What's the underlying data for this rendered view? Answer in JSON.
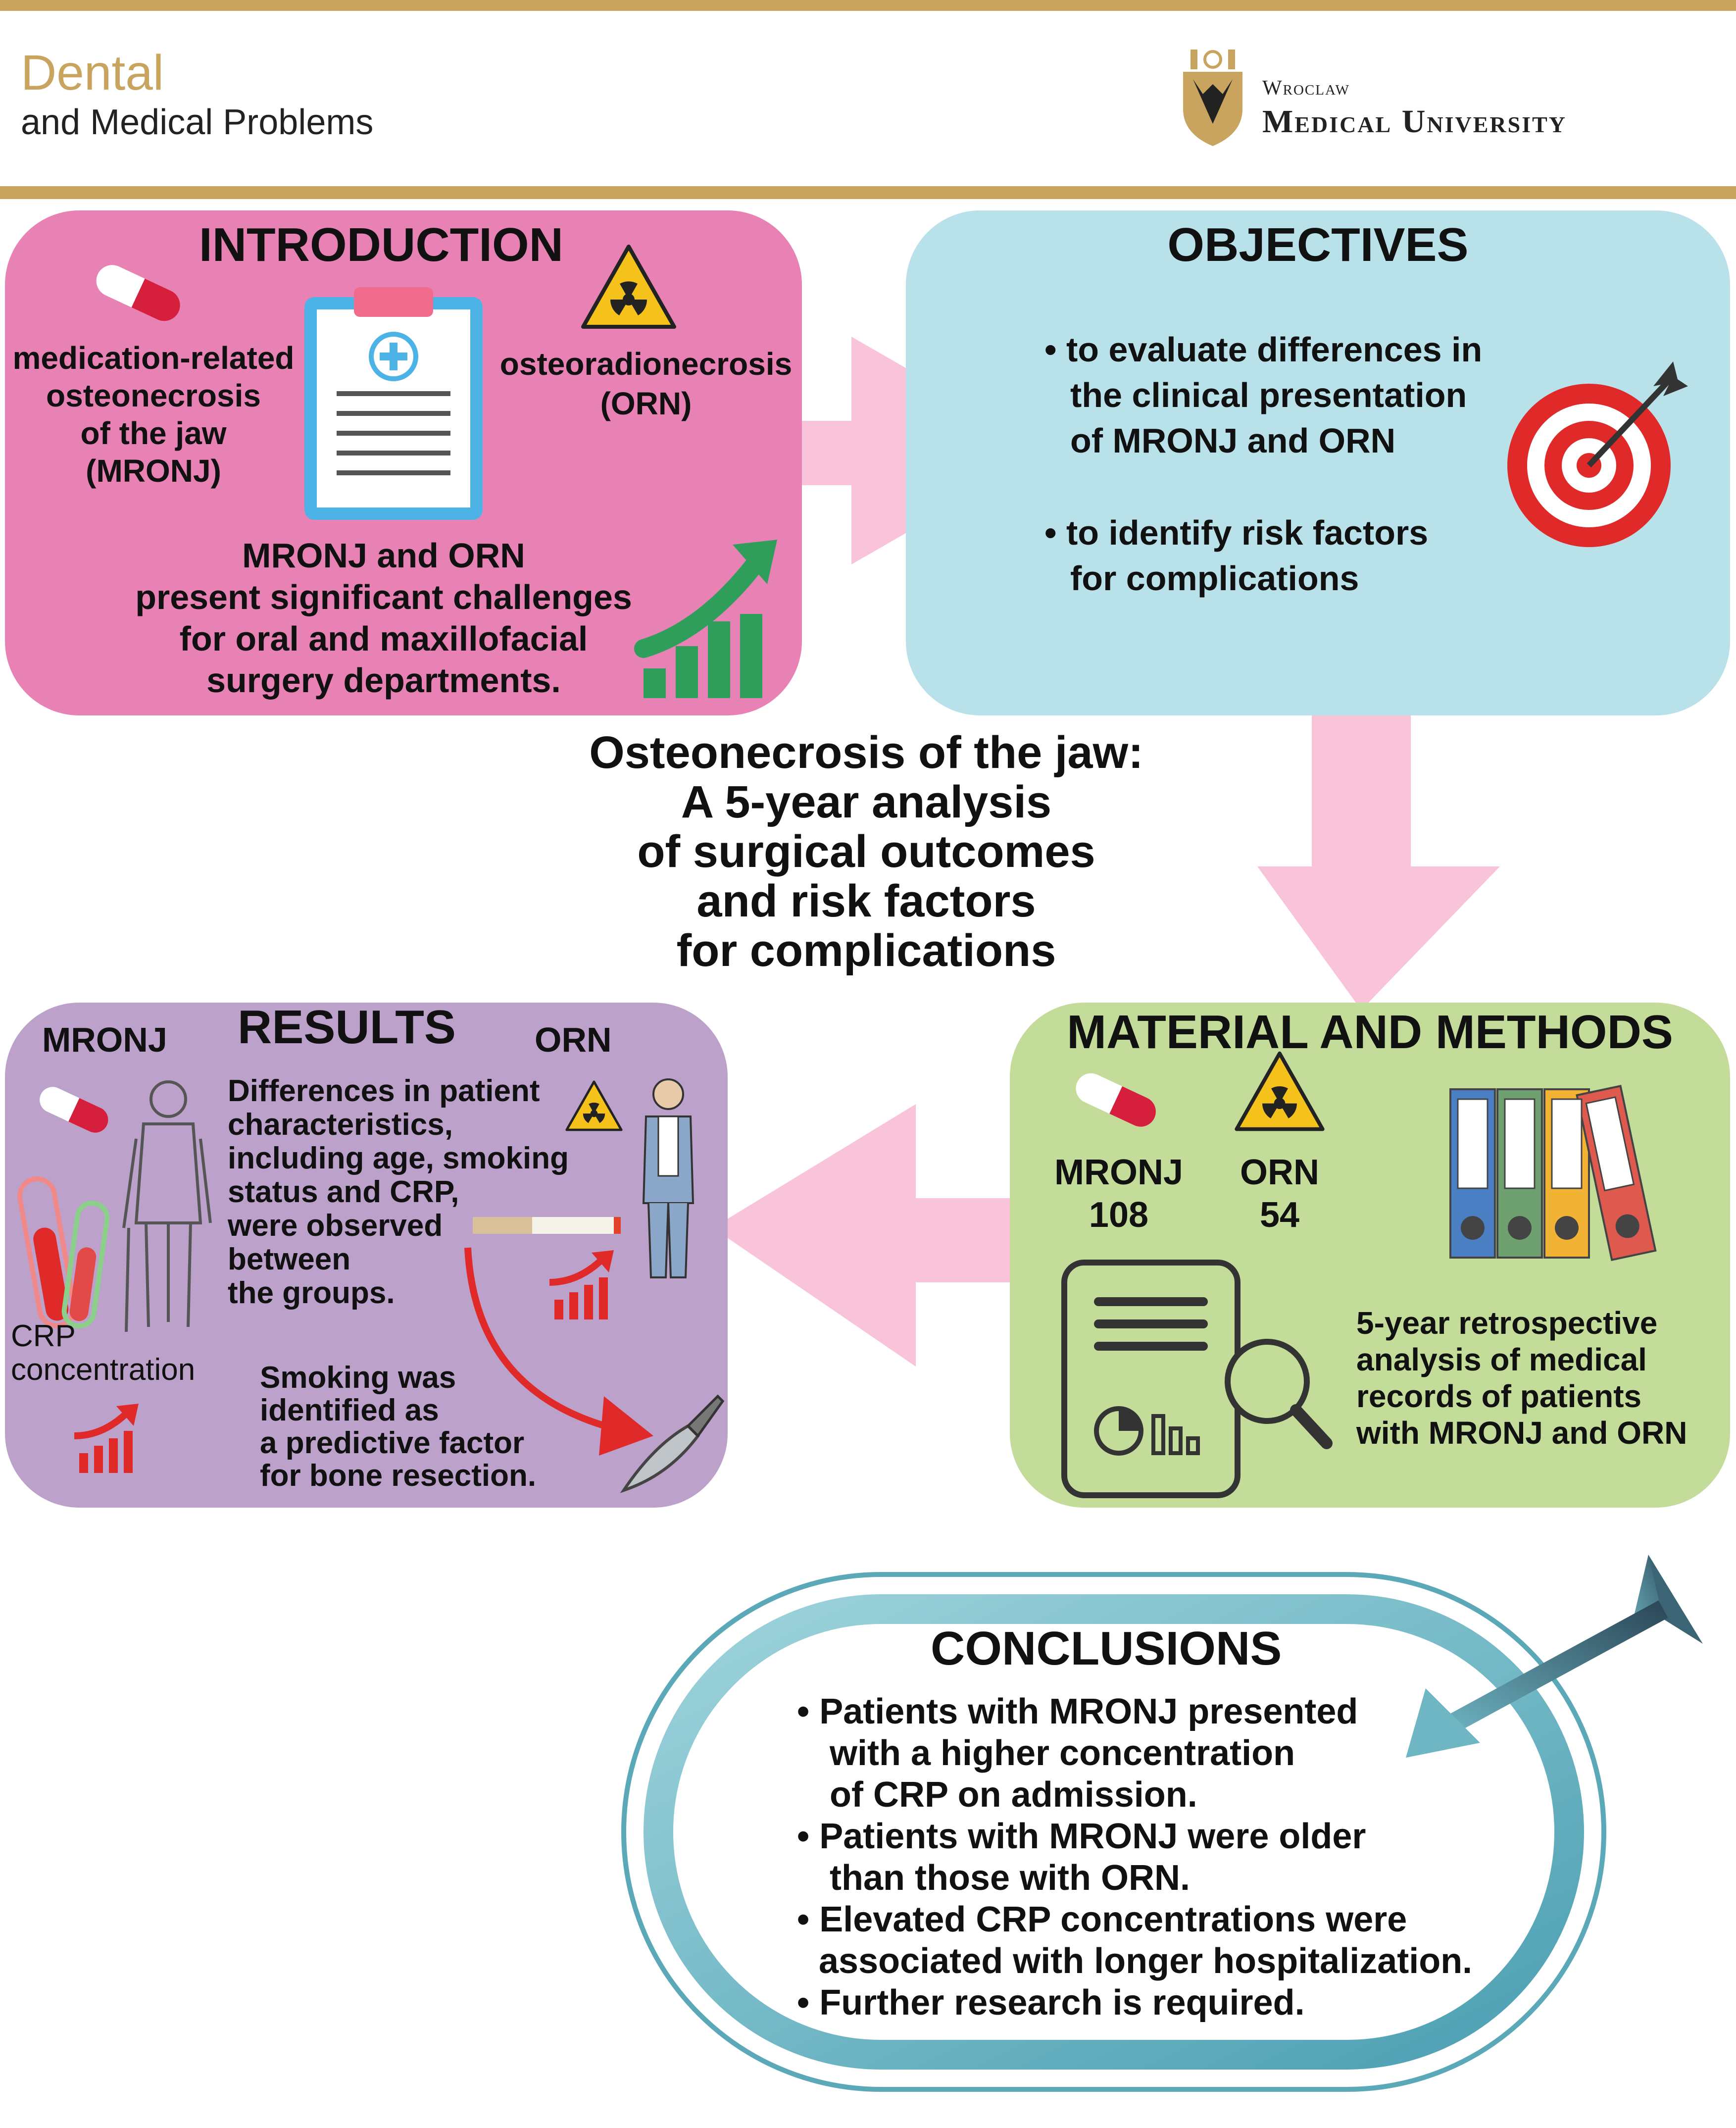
{
  "header": {
    "journal_line1": "Dental",
    "journal_line2": "and Medical Problems",
    "university_line1": "Wroclaw",
    "university_line2": "Medical University"
  },
  "introduction": {
    "heading": "INTRODUCTION",
    "mronj_lines": [
      "medication-related",
      "osteonecrosis",
      "of the jaw",
      "(MRONJ)"
    ],
    "orn_lines": [
      "osteoradionecrosis",
      "(ORN)"
    ],
    "challenge_lines": [
      "MRONJ and ORN",
      "present significant challenges",
      "for oral and maxillofacial",
      "surgery departments."
    ]
  },
  "objectives": {
    "heading": "OBJECTIVES",
    "bullet1_lines": [
      "• to evaluate differences in",
      "the clinical presentation",
      "of MRONJ and ORN"
    ],
    "bullet2_lines": [
      "• to identify risk factors",
      "for complications"
    ]
  },
  "title": {
    "lines": [
      "Osteonecrosis of the jaw:",
      "A 5-year analysis",
      "of surgical outcomes",
      "and risk factors",
      "for complications"
    ]
  },
  "results": {
    "heading": "RESULTS",
    "label_mronj": "MRONJ",
    "label_orn": "ORN",
    "differences_lines": [
      "Differences in patient",
      "characteristics,",
      "including age, smoking",
      "status and CRP,",
      "were observed",
      "between",
      "the groups."
    ],
    "crp_lines": [
      "CRP",
      "concentration"
    ],
    "smoking_lines": [
      "Smoking was",
      "identified as",
      "a predictive factor",
      "for bone resection."
    ]
  },
  "methods": {
    "heading": "MATERIAL AND METHODS",
    "mronj_label": "MRONJ",
    "mronj_count": "108",
    "orn_label": "ORN",
    "orn_count": "54",
    "analysis_lines": [
      "5-year retrospective",
      "analysis of medical",
      "records of patients",
      "with MRONJ and ORN"
    ]
  },
  "conclusions": {
    "heading": "CONCLUSIONS",
    "lines": [
      "• Patients with MRONJ presented",
      "with a higher concentration",
      "of CRP on admission.",
      "• Patients with MRONJ were older",
      "than those with ORN.",
      "• Elevated CRP concentrations were",
      "associated with longer hospitalization.",
      "• Further research is required."
    ]
  },
  "colors": {
    "gold": "#c8a45e",
    "intro_panel": "#e882b5",
    "objectives_panel": "#b9e1ea",
    "results_panel": "#bca1cb",
    "methods_panel": "#c4dc9a",
    "arrow_pink": "#f9c3d9",
    "conclusion_ring": "#6fb6c4"
  }
}
